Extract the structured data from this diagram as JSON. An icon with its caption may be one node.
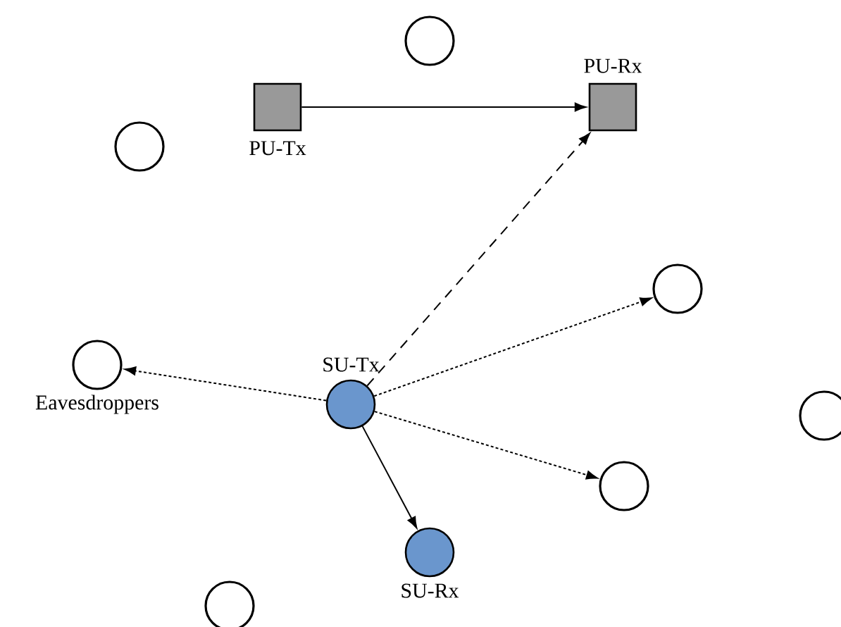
{
  "diagram": {
    "nodes": [
      {
        "text": [],
        "shape": "circle"
      },
      {
        "text": [
          "PU-Tx"
        ]
      },
      {
        "text": [
          "PU-Rx"
        ]
      },
      {
        "text": [],
        "shape": "circle"
      },
      {
        "text": [],
        "shape": "circle"
      },
      {
        "text": [
          "Eavesdroppers"
        ]
      },
      {
        "text": [
          "SU-Tx"
        ]
      },
      {
        "text": [],
        "shape": "circle"
      },
      {
        "text": [],
        "shape": "circle"
      },
      {
        "text": [
          "SU-Rx"
        ]
      },
      {
        "text": [],
        "shape": "circle"
      }
    ],
    "edges": [
      {
        "from": 1,
        "to": 2,
        "arrow": "to"
      },
      {
        "from": 6,
        "to": 2,
        "arrow": "to",
        "style": "dashed"
      },
      {
        "from": 6,
        "to": 4,
        "arrow": "to",
        "style": "dashed"
      },
      {
        "from": 6,
        "to": 5,
        "arrow": "to",
        "style": "dashed"
      },
      {
        "from": 6,
        "to": 8,
        "arrow": "to",
        "style": "dashed"
      },
      {
        "from": 6,
        "to": 9,
        "arrow": "to"
      }
    ]
  }
}
